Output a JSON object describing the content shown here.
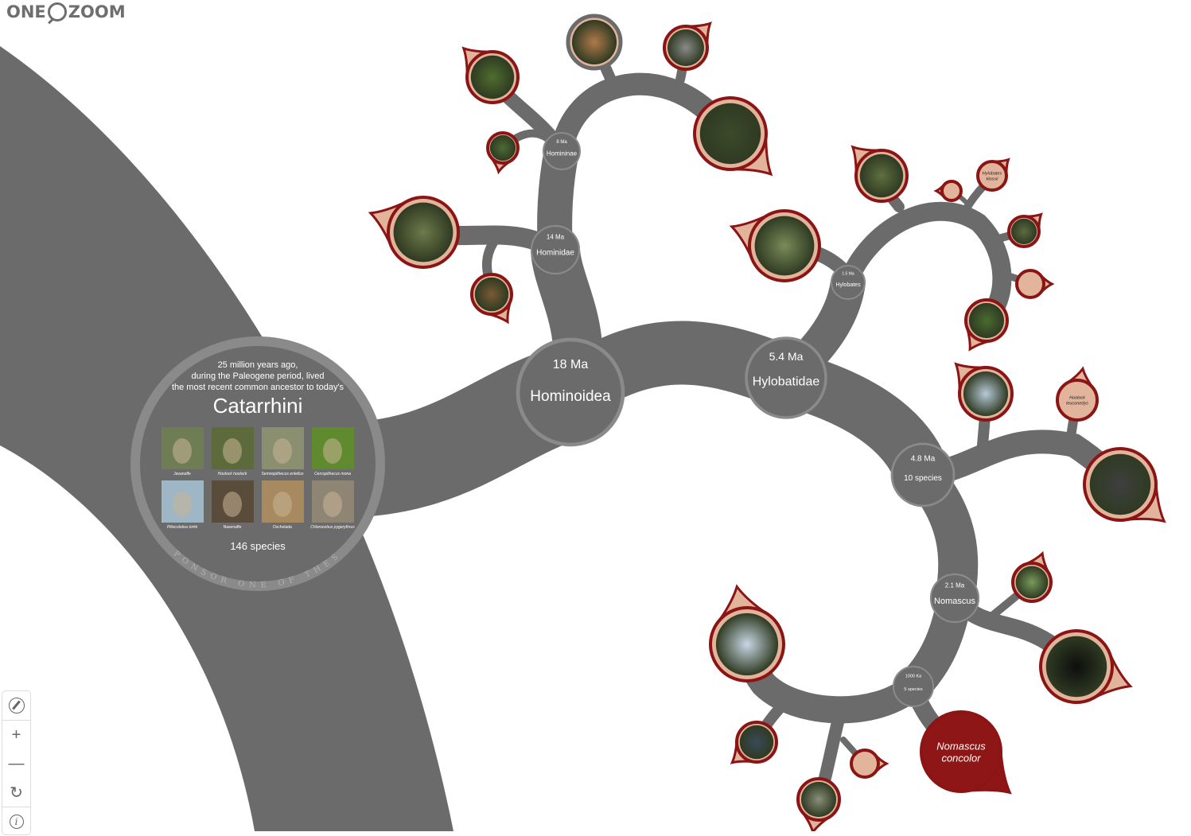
{
  "logo": {
    "text_left": "ONE",
    "text_right": "ZOOM"
  },
  "root_node": {
    "intro_line1": "25 million years ago,",
    "intro_line2": "during the Paleogene period, lived",
    "intro_line3": "the most recent common ancestor to today's",
    "name": "Catarrhini",
    "species_count": "146 species",
    "sponsor_text": "SPONSOR ONE OF THESE",
    "thumbnails": [
      {
        "caption": "Javanaffe",
        "color": "#6f7d55"
      },
      {
        "caption": "Hoolock hoolock",
        "color": "#5d6b3c"
      },
      {
        "caption": "Semnopithecus entellus",
        "color": "#8a8f70"
      },
      {
        "caption": "Cercopithecus mona",
        "color": "#5f8a2e"
      },
      {
        "caption": "Piliocolobus kirkii",
        "color": "#9fb6c6"
      },
      {
        "caption": "Nasenaffe",
        "color": "#5a4c3a"
      },
      {
        "caption": "Dschelada",
        "color": "#a88a60"
      },
      {
        "caption": "Chlorocebus pygerythrus",
        "color": "#8e8574"
      }
    ]
  },
  "nodes": [
    {
      "age": "18 Ma",
      "name": "Hominoidea"
    },
    {
      "age": "5.4 Ma",
      "name": "Hylobatidae"
    },
    {
      "age": "14 Ma",
      "name": "Hominidae"
    },
    {
      "age": "8 Ma",
      "name": "Homininae"
    },
    {
      "age": "1.5 Ma",
      "name": "Hylobates"
    },
    {
      "age": "4.8 Ma",
      "name": "10 species"
    },
    {
      "age": "2.1 Ma",
      "name": "Nomascus"
    },
    {
      "age": "1000 Ka",
      "name": "5 species"
    }
  ],
  "leaf_labels": {
    "klossii": "Hylobates klossii",
    "leuconedys": "Hoolock leuconedys",
    "concolor": "Nomascus concolor"
  },
  "colors": {
    "branch": "#6b6b6b",
    "node_ring": "#8a8a8a",
    "leaf_border": "#8b1515",
    "leaf_empty": "#e3b49c",
    "leaf_highlight": "#8e1616"
  },
  "controls": {
    "reset_icon": "compass-icon",
    "zoom_in": "+",
    "zoom_out": "—",
    "refresh": "↻",
    "info": "i"
  }
}
